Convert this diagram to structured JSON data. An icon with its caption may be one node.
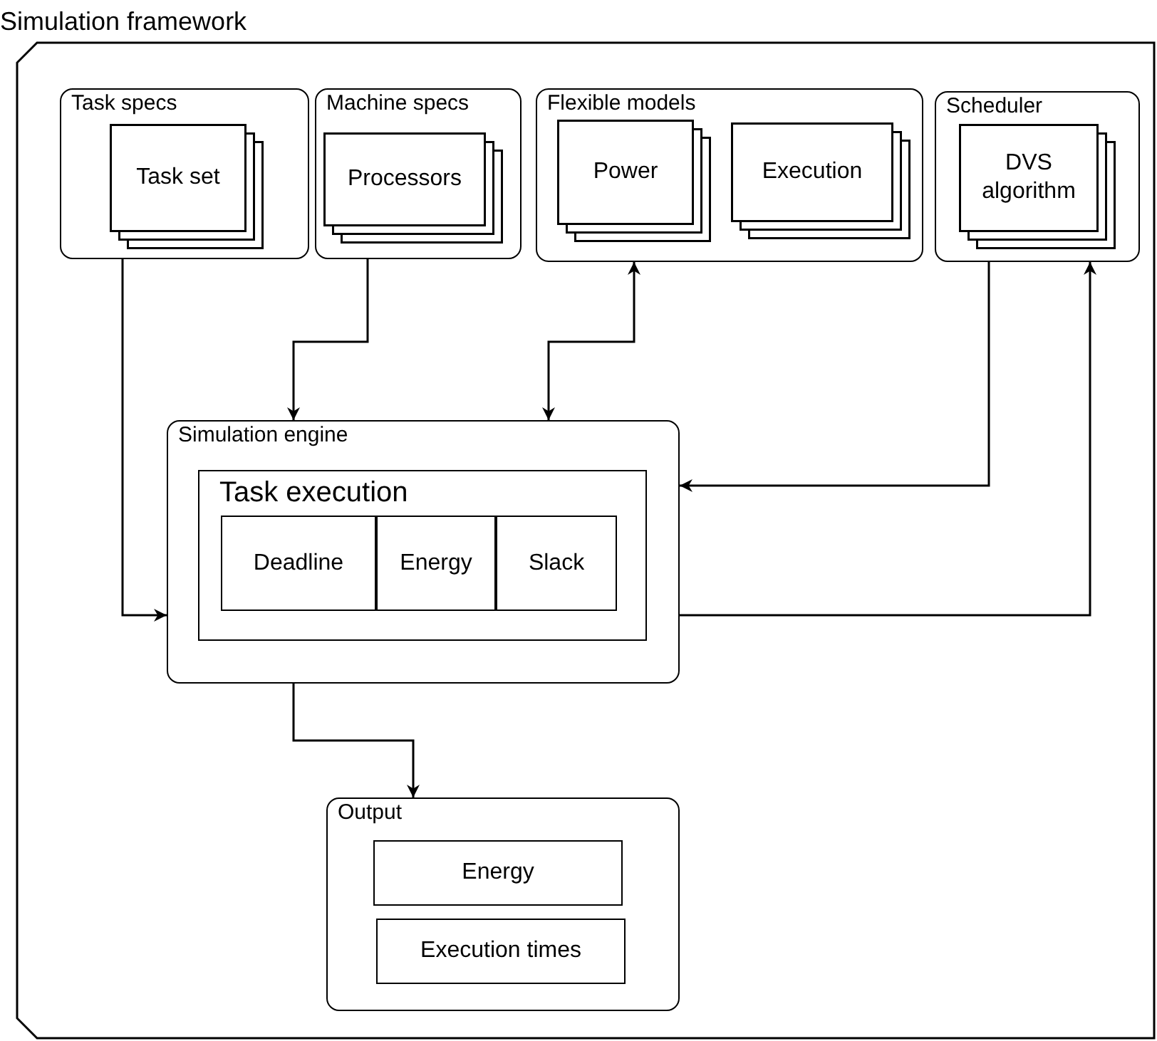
{
  "diagram": {
    "nodes": [
      {
        "text": [
          "Simulation framework"
        ]
      },
      {
        "text": [
          "Task specs"
        ],
        "in": 0
      },
      {
        "text": [
          "Task set"
        ],
        "in": 1
      },
      {
        "text": [
          "Machine specs"
        ],
        "in": 0
      },
      {
        "text": [
          "Processors"
        ],
        "in": 3
      },
      {
        "text": [
          "Flexible models"
        ],
        "in": 0
      },
      {
        "text": [
          "Power"
        ],
        "in": 5
      },
      {
        "text": [
          "Execution"
        ],
        "in": 5
      },
      {
        "text": [
          "Scheduler"
        ],
        "in": 0
      },
      {
        "text": [
          "DVS algorithm"
        ],
        "in": 8
      },
      {
        "text": [
          "Simulation engine"
        ],
        "in": 0
      },
      {
        "text": [
          "Task execution"
        ],
        "in": 10
      },
      {
        "text": [
          "Deadline"
        ],
        "in": 11
      },
      {
        "text": [
          "Energy"
        ],
        "in": 11
      },
      {
        "text": [
          "Slack"
        ],
        "in": 11
      },
      {
        "text": [
          "Output"
        ],
        "in": 0
      },
      {
        "text": [
          "Energy"
        ],
        "in": 15
      },
      {
        "text": [
          "Execution times"
        ],
        "in": 15
      }
    ],
    "edges": [
      {
        "from": 1,
        "to": 10,
        "arrow": "to"
      },
      {
        "from": 3,
        "to": 10,
        "arrow": "to"
      },
      {
        "from": 10,
        "to": 5,
        "arrow": "both"
      },
      {
        "from": 8,
        "to": 10,
        "arrow": "to"
      },
      {
        "from": 10,
        "to": 8,
        "arrow": "to"
      },
      {
        "from": 10,
        "to": 15,
        "arrow": "to"
      }
    ]
  }
}
